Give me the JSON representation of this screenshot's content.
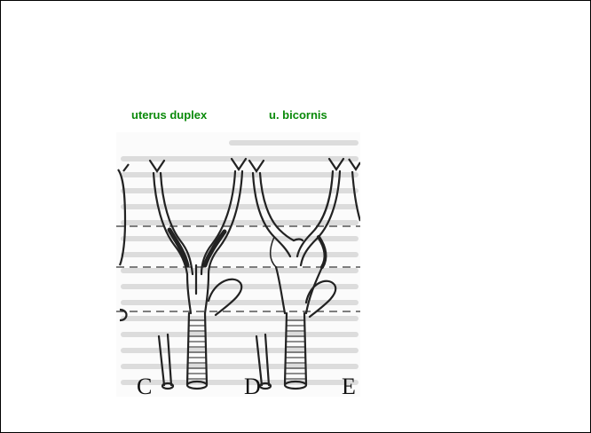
{
  "labels": {
    "uterus_duplex": "uterus duplex",
    "u_bicornis": "u. bicornis"
  },
  "figure": {
    "panel_letters": [
      "C",
      "D",
      "E"
    ]
  },
  "colors": {
    "label_green": "#0a8a0a",
    "line": "#222222",
    "bleed_text": "#d6d6d6"
  }
}
